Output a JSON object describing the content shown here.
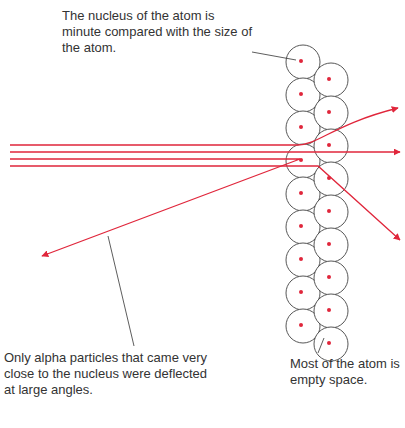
{
  "diagram": {
    "labels": [
      "The nucleus of the atom is minute compared with the size of the atom.",
      "Most of the atom is empty space.",
      "Only alpha particles that came very close to the nucleus were deflected at large angles."
    ]
  }
}
